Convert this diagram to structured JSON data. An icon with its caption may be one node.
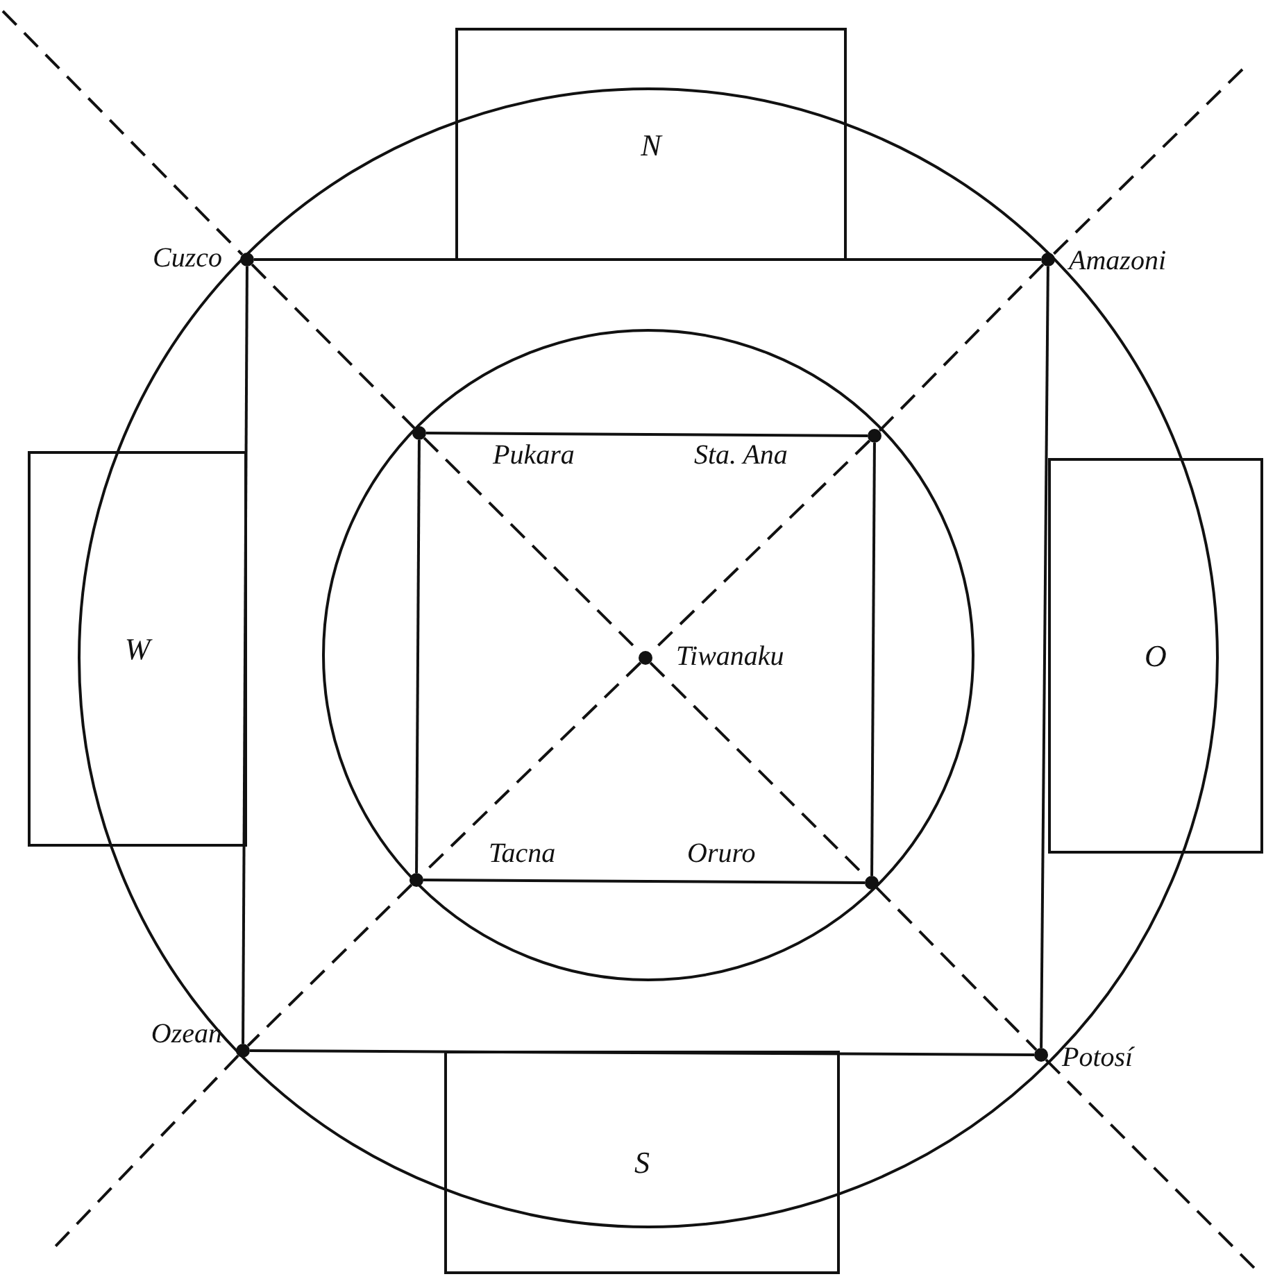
{
  "diagram": {
    "nodes": [
      {
        "text": [
          "N"
        ]
      },
      {
        "text": [],
        "shape": "circle",
        "beside": [
          "Cuzco"
        ]
      },
      {
        "text": [],
        "shape": "circle",
        "beside": [
          "Amazoni"
        ]
      },
      {
        "text": [
          "W"
        ]
      },
      {
        "text": [],
        "shape": "circle",
        "beside": [
          "Pukara"
        ]
      },
      {
        "text": [],
        "shape": "circle",
        "beside": [
          "Sta. Ana"
        ]
      },
      {
        "text": [],
        "shape": "circle",
        "beside": [
          "Tiwanaku"
        ]
      },
      {
        "text": [
          "O"
        ]
      },
      {
        "text": [],
        "shape": "circle",
        "beside": [
          "Tacna"
        ]
      },
      {
        "text": [],
        "shape": "circle",
        "beside": [
          "Oruro"
        ]
      },
      {
        "text": [],
        "shape": "circle",
        "beside": [
          "Ozean"
        ]
      },
      {
        "text": [],
        "shape": "circle",
        "beside": [
          "Potosí"
        ]
      },
      {
        "text": [
          "S"
        ]
      }
    ],
    "edges": [
      {
        "from": 1,
        "to": 2,
        "arrow": "none"
      },
      {
        "from": 2,
        "to": 11,
        "arrow": "none"
      },
      {
        "from": 11,
        "to": 10,
        "arrow": "none"
      },
      {
        "from": 10,
        "to": 1,
        "arrow": "none"
      },
      {
        "from": 4,
        "to": 5,
        "arrow": "none"
      },
      {
        "from": 5,
        "to": 9,
        "arrow": "none"
      },
      {
        "from": 9,
        "to": 8,
        "arrow": "none"
      },
      {
        "from": 8,
        "to": 4,
        "arrow": "none"
      },
      {
        "from": null,
        "to": 1,
        "arrow": "none",
        "style": "dashed"
      },
      {
        "from": 1,
        "to": 4,
        "arrow": "none",
        "style": "dashed"
      },
      {
        "from": 4,
        "to": 6,
        "arrow": "none",
        "style": "dashed"
      },
      {
        "from": 6,
        "to": 9,
        "arrow": "none",
        "style": "dashed"
      },
      {
        "from": 9,
        "to": 11,
        "arrow": "none",
        "style": "dashed"
      },
      {
        "from": 11,
        "to": null,
        "arrow": "none",
        "style": "dashed"
      },
      {
        "from": null,
        "to": 2,
        "arrow": "none",
        "style": "dashed"
      },
      {
        "from": 2,
        "to": 5,
        "arrow": "none",
        "style": "dashed"
      },
      {
        "from": 5,
        "to": 6,
        "arrow": "none",
        "style": "dashed"
      },
      {
        "from": 6,
        "to": 8,
        "arrow": "none",
        "style": "dashed"
      },
      {
        "from": 8,
        "to": 10,
        "arrow": "none",
        "style": "dashed"
      },
      {
        "from": 10,
        "to": null,
        "arrow": "none",
        "style": "dashed"
      }
    ]
  }
}
